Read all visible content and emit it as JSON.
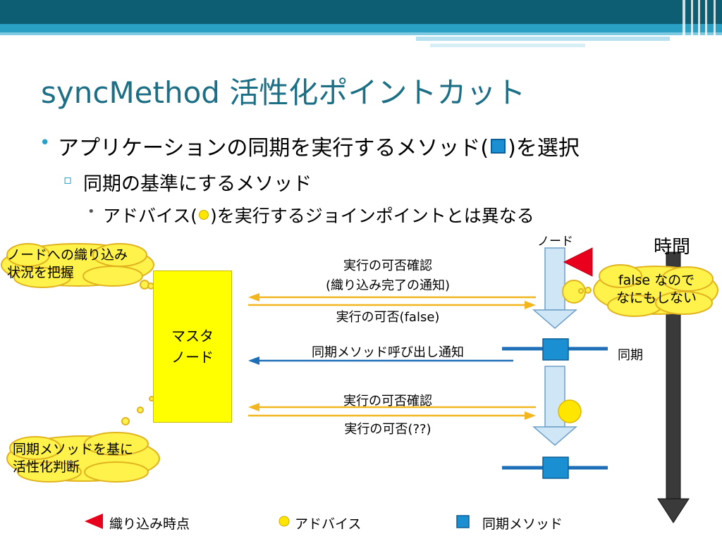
{
  "slide": {
    "title": "syncMethod 活性化ポイントカット",
    "bullet1": {
      "before": "アプリケーションの同期を実行するメソッド(",
      "after": ")を選択"
    },
    "bullet2": "同期の基準にするメソッド",
    "bullet3": {
      "before": "アドバイス(",
      "after": ")を実行するジョインポイントとは異なる"
    }
  },
  "diagram": {
    "node_label": "ノード",
    "time_label": "時間",
    "master_line1": "マスタ",
    "master_line2": "ノード",
    "msg1_line1": "実行の可否確認",
    "msg1_line2": "(織り込み完了の通知)",
    "msg2": "実行の可否(false)",
    "msg3": "同期メソッド呼び出し通知",
    "msg4": "実行の可否確認",
    "msg5": "実行の可否(??)",
    "sync_label": "同期",
    "cloud1_line1": "ノードへの織り込み",
    "cloud1_line2": "状況を把握",
    "cloud2_line1": "false なので",
    "cloud2_line2": "なにもしない",
    "cloud3_line1": "同期メソッドを基に",
    "cloud3_line2": "活性化判断"
  },
  "legend": {
    "weave_point": "織り込み時点",
    "advice": "アドバイス",
    "sync_method": "同期メソッド"
  },
  "colors": {
    "title": "#1d6f86",
    "header_dark": "#0e5e73",
    "yellow_arrow": "#f2b61e",
    "blue_arrow": "#1e6fb8",
    "node_arrow": "#cfe6f7",
    "sync_square": "#1a8fd1",
    "weave_triangle": "#e8001c"
  }
}
